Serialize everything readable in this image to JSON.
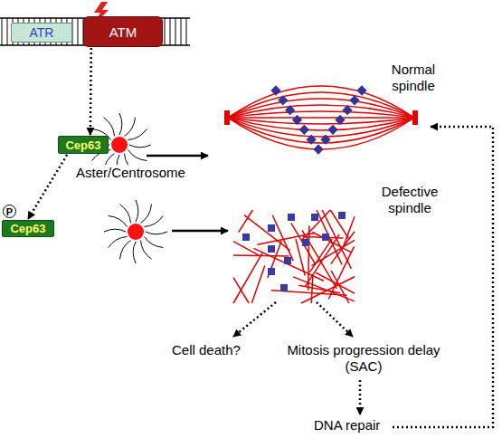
{
  "diagram": {
    "nodes": [
      {
        "text": [
          "ATR"
        ]
      },
      {
        "text": [
          "ATM"
        ]
      },
      {
        "text": [
          "Cep63"
        ]
      },
      {
        "text": [
          "P"
        ]
      },
      {
        "text": [
          "Cep63"
        ]
      }
    ],
    "edges": [
      {
        "from": 1,
        "to": 2,
        "arrow": "to"
      },
      {
        "from": 2,
        "to": 4,
        "arrow": "to"
      }
    ],
    "labels": [
      "Aster/Centrosome",
      "Normal spindle",
      "Defective spindle",
      "Cell death?",
      "Mitosis progression delay (SAC)",
      "DNA repair"
    ]
  }
}
